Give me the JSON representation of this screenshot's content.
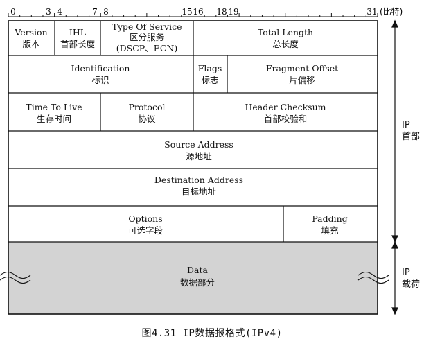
{
  "ruler": {
    "ticks": [
      "0",
      "3",
      "4",
      "7",
      "8",
      "15",
      "16",
      "18",
      "19",
      "31"
    ],
    "unit": "(比特)"
  },
  "fields": {
    "version": [
      "Version",
      "版本"
    ],
    "ihl": [
      "IHL",
      "首部长度"
    ],
    "tos": [
      "Type Of Service",
      "区分服务",
      "(DSCP、ECN)"
    ],
    "total_length": [
      "Total Length",
      "总长度"
    ],
    "identification": [
      "Identification",
      "标识"
    ],
    "flags": [
      "Flags",
      "标志"
    ],
    "fragment_offset": [
      "Fragment Offset",
      "片偏移"
    ],
    "ttl": [
      "Time To Live",
      "生存时间"
    ],
    "protocol": [
      "Protocol",
      "协议"
    ],
    "header_checksum": [
      "Header Checksum",
      "首部校验和"
    ],
    "source_address": [
      "Source Address",
      "源地址"
    ],
    "destination_address": [
      "Destination Address",
      "目标地址"
    ],
    "options": [
      "Options",
      "可选字段"
    ],
    "padding": [
      "Padding",
      "填充"
    ],
    "data": [
      "Data",
      "数据部分"
    ]
  },
  "side_labels": {
    "header": [
      "IP",
      "首部"
    ],
    "payload": [
      "IP",
      "载荷"
    ]
  },
  "colors": {
    "line": "#111111",
    "data_fill": "#d3d3d3"
  },
  "caption": "图4.31  IP数据报格式(IPv4)"
}
